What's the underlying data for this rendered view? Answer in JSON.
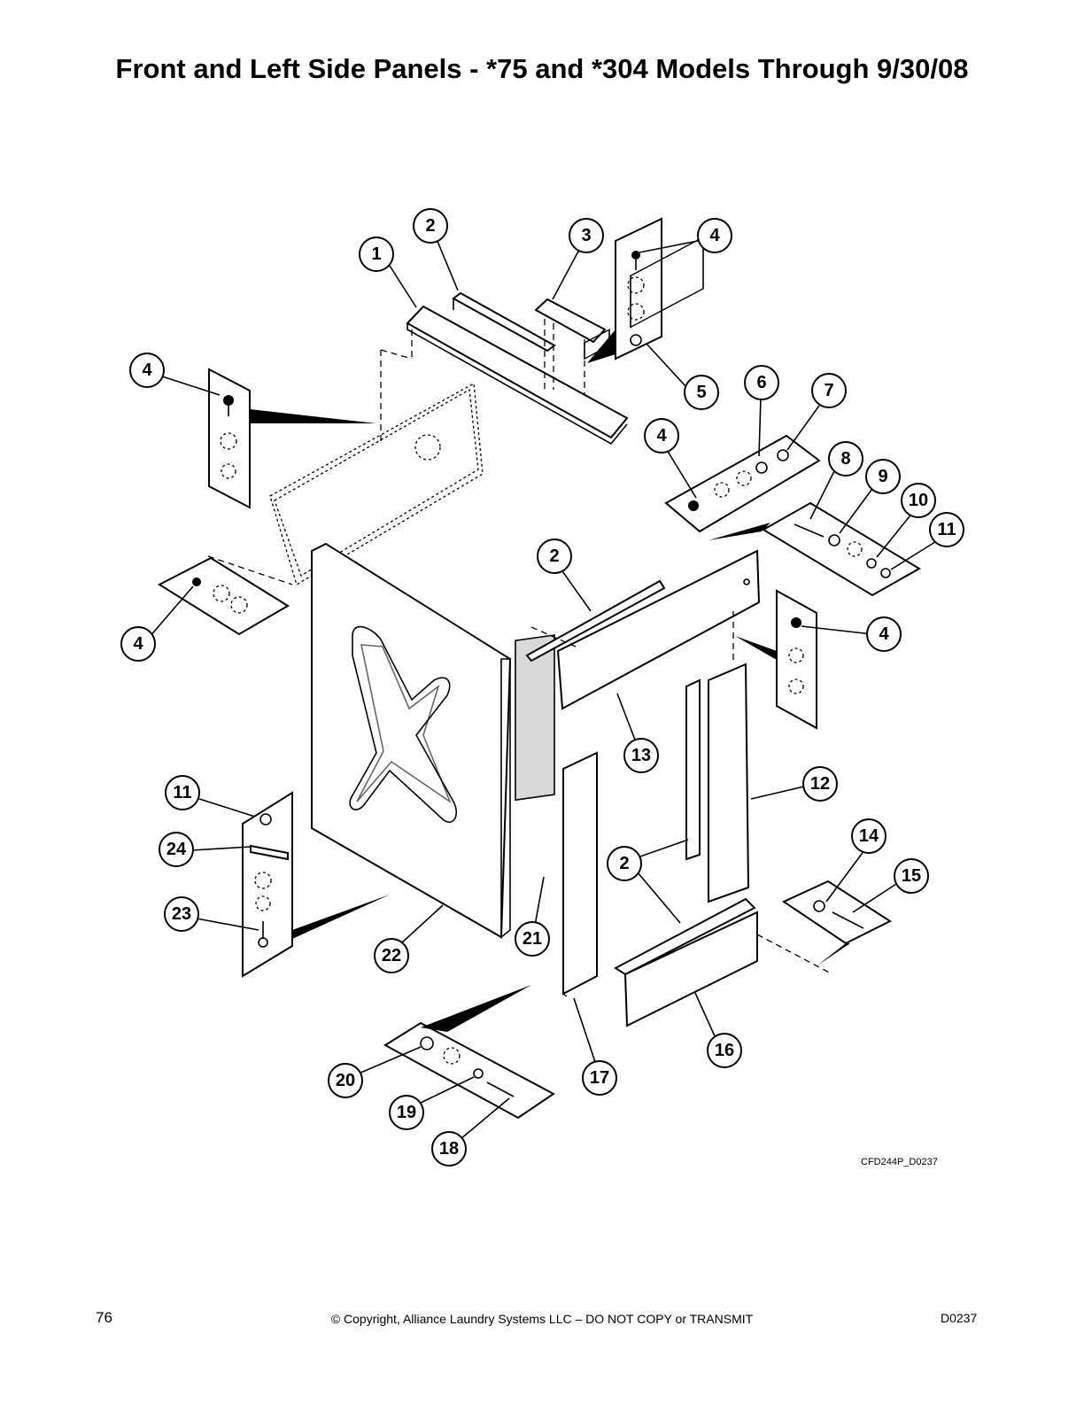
{
  "title": "Front and Left Side Panels - *75 and *304 Models Through 9/30/08",
  "callouts": [
    {
      "id": "callout-1",
      "label": "1"
    },
    {
      "id": "callout-2-top",
      "label": "2"
    },
    {
      "id": "callout-3",
      "label": "3"
    },
    {
      "id": "callout-4-top-right",
      "label": "4"
    },
    {
      "id": "callout-5",
      "label": "5"
    },
    {
      "id": "callout-4-top-left",
      "label": "4"
    },
    {
      "id": "callout-6",
      "label": "6"
    },
    {
      "id": "callout-7",
      "label": "7"
    },
    {
      "id": "callout-4-mid",
      "label": "4"
    },
    {
      "id": "callout-8",
      "label": "8"
    },
    {
      "id": "callout-9",
      "label": "9"
    },
    {
      "id": "callout-10",
      "label": "10"
    },
    {
      "id": "callout-11-right",
      "label": "11"
    },
    {
      "id": "callout-2-mid",
      "label": "2"
    },
    {
      "id": "callout-4-left",
      "label": "4"
    },
    {
      "id": "callout-4-right",
      "label": "4"
    },
    {
      "id": "callout-13",
      "label": "13"
    },
    {
      "id": "callout-12",
      "label": "12"
    },
    {
      "id": "callout-11-left",
      "label": "11"
    },
    {
      "id": "callout-24",
      "label": "24"
    },
    {
      "id": "callout-14",
      "label": "14"
    },
    {
      "id": "callout-2-bottom",
      "label": "2"
    },
    {
      "id": "callout-15",
      "label": "15"
    },
    {
      "id": "callout-23",
      "label": "23"
    },
    {
      "id": "callout-21",
      "label": "21"
    },
    {
      "id": "callout-22",
      "label": "22"
    },
    {
      "id": "callout-16",
      "label": "16"
    },
    {
      "id": "callout-17",
      "label": "17"
    },
    {
      "id": "callout-20",
      "label": "20"
    },
    {
      "id": "callout-19",
      "label": "19"
    },
    {
      "id": "callout-18",
      "label": "18"
    }
  ],
  "drawing_code": "CFD244P_D0237",
  "footer": {
    "page_number": "76",
    "copyright": "© Copyright, Alliance Laundry Systems LLC – DO NOT COPY or TRANSMIT",
    "doc_code": "D0237"
  }
}
